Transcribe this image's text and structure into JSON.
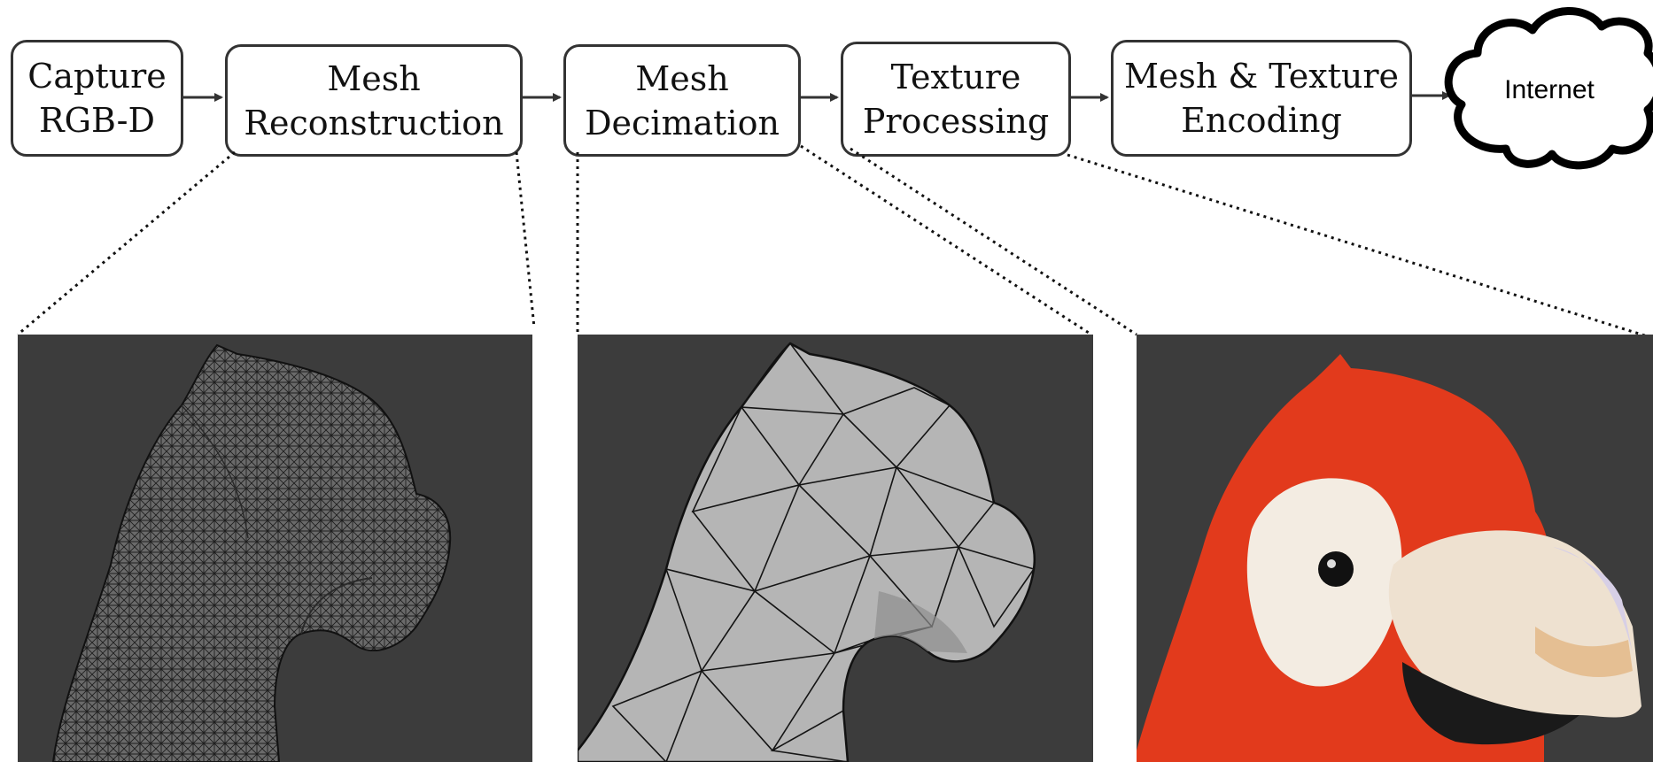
{
  "pipeline": {
    "steps": [
      {
        "line1": "Capture",
        "line2": "RGB-D"
      },
      {
        "line1": "Mesh",
        "line2": "Reconstruction"
      },
      {
        "line1": "Mesh",
        "line2": "Decimation"
      },
      {
        "line1": "Texture",
        "line2": "Processing"
      },
      {
        "line1": "Mesh & Texture",
        "line2": "Encoding"
      }
    ],
    "destination": "Internet"
  },
  "panels": {
    "dense_wireframe": "dense-mesh-wireframe",
    "decimated_mesh": "decimated-mesh",
    "textured_mesh": "textured-parrot-mesh"
  },
  "colors": {
    "box_border": "#333333",
    "panel_bg": "#3c3c3c",
    "mesh_gray": "#b5b5b5",
    "parrot_red": "#e23a1c",
    "parrot_white": "#f3ece2"
  }
}
